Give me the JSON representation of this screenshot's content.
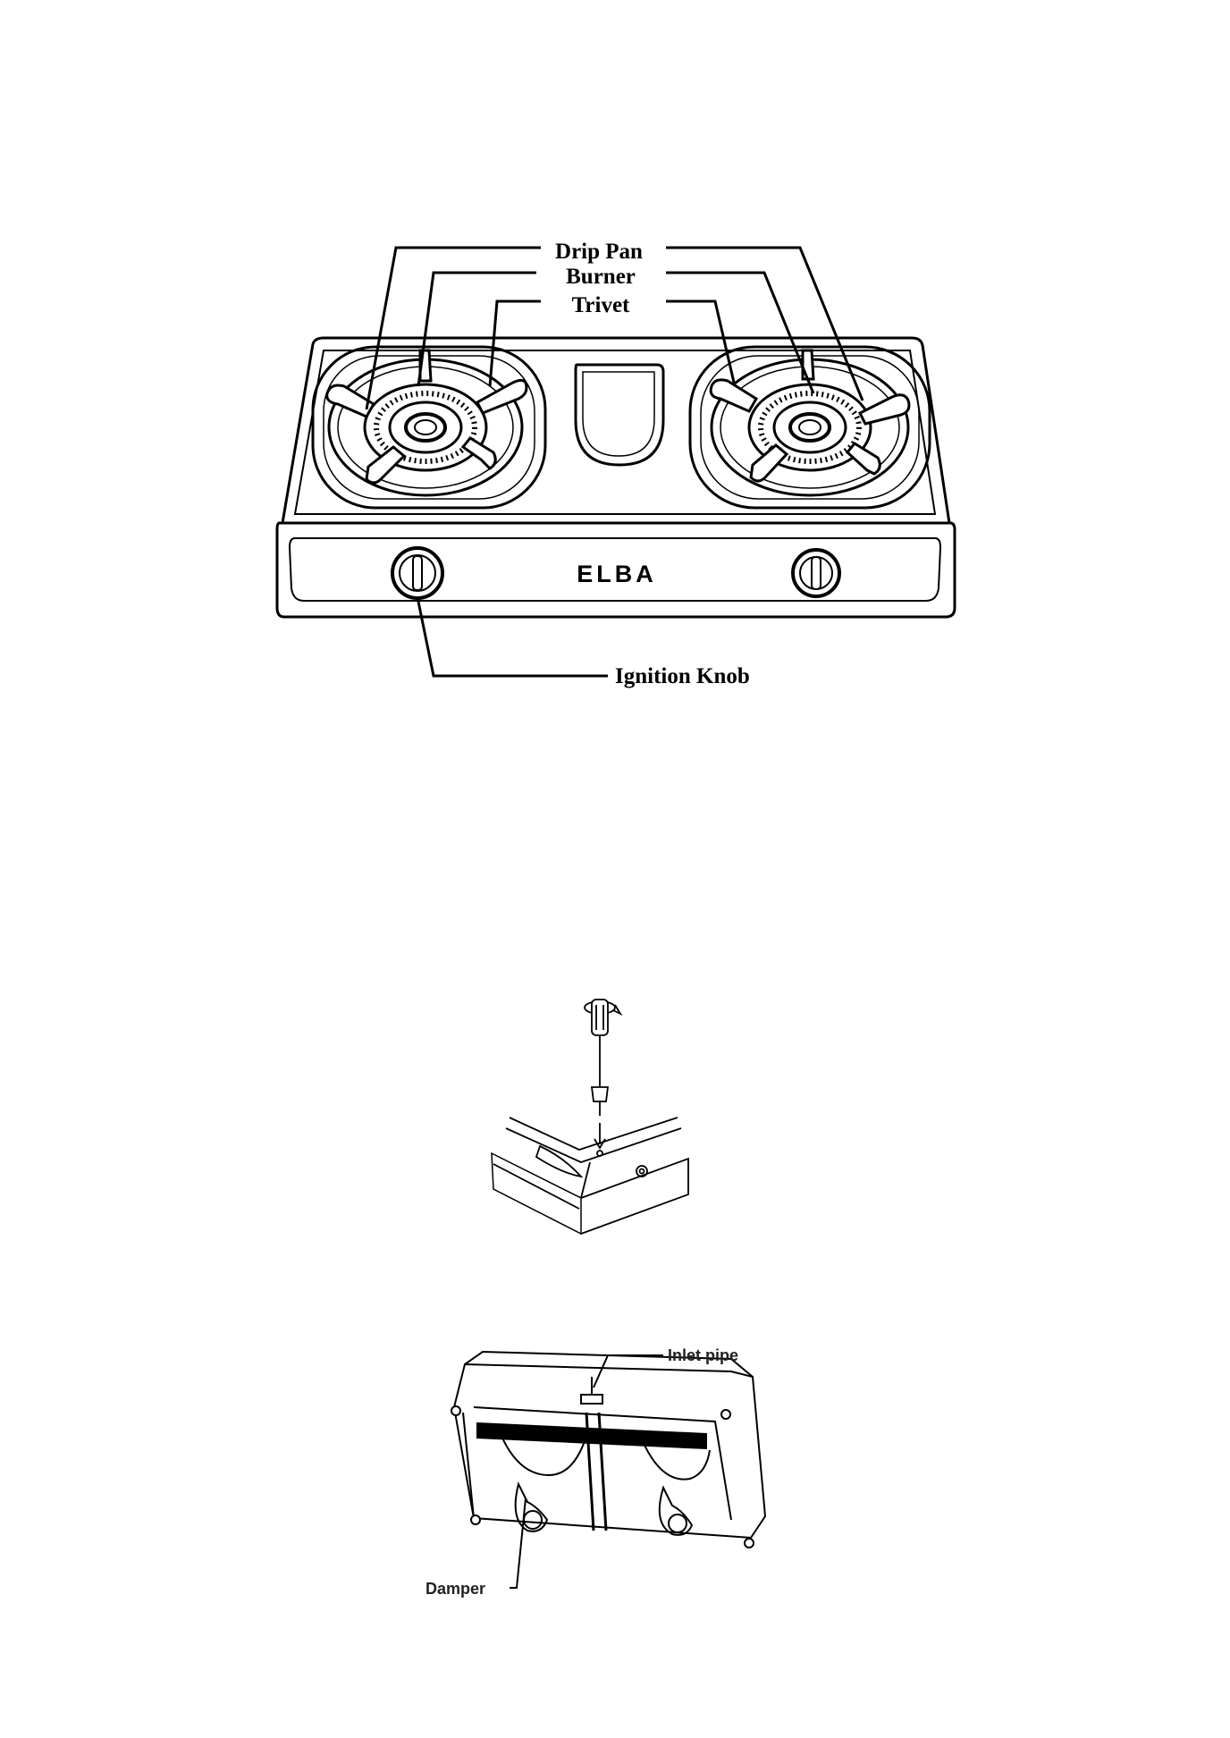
{
  "stove_diagram": {
    "brand": "ELBA",
    "labels": {
      "drip_pan": "Drip Pan",
      "burner": "Burner",
      "trivet": "Trivet",
      "ignition_knob": "Ignition Knob"
    }
  },
  "underside_diagram": {
    "labels": {
      "inlet_pipe": "Inlet pipe",
      "damper": "Damper"
    }
  },
  "colors": {
    "line": "#000000",
    "background": "#ffffff"
  }
}
